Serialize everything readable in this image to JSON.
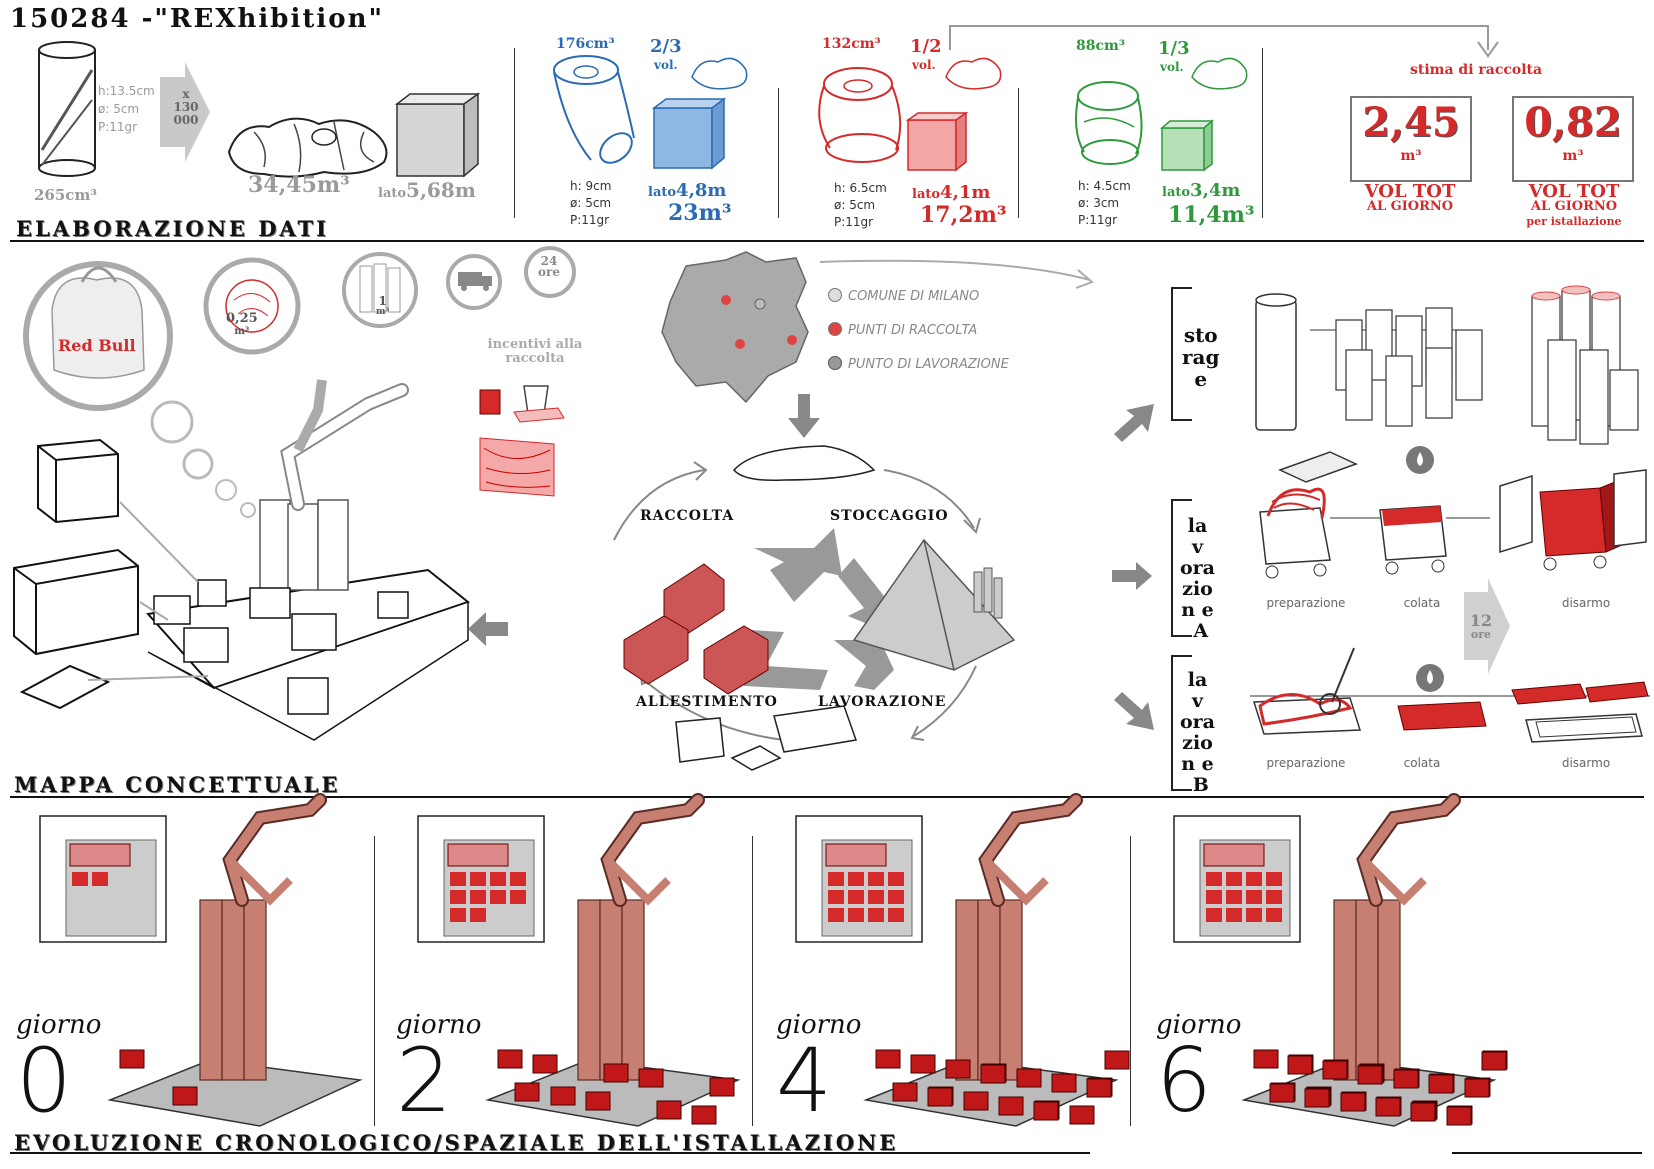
{
  "title": "150284 -\"REXhibition\"",
  "sections": {
    "elaborazione": "ELABORAZIONE DATI",
    "mappa": "MAPPA CONCETTUALE",
    "evoluzione": "EVOLUZIONE CRONOLOGICO/SPAZIALE DELL'ISTALLAZIONE"
  },
  "colors": {
    "blue": "#2a6bb3",
    "red": "#d42a2a",
    "green": "#2e9a3c",
    "grey": "#9a9a9a"
  },
  "can": {
    "h": "h:13.5cm",
    "d": "ø: 5cm",
    "p": "P:11gr",
    "vol": "265cm³",
    "mult_x": "x",
    "mult_n1": "130",
    "mult_n2": "000",
    "total": "34,45m³",
    "lato_label": "lato",
    "lato_val": "5,68m"
  },
  "crush": [
    {
      "vol": "176cm³",
      "frac": "2/3",
      "frac_label": "vol.",
      "h": "h: 9cm",
      "d": "ø: 5cm",
      "p": "P:11gr",
      "lato_label": "lato",
      "lato_val": "4,8m",
      "tot": "23m³",
      "color": "#2a6bb3"
    },
    {
      "vol": "132cm³",
      "frac": "1/2",
      "frac_label": "vol.",
      "h": "h: 6.5cm",
      "d": "ø: 5cm",
      "p": "P:11gr",
      "lato_label": "lato",
      "lato_val": "4,1m",
      "tot": "17,2m³",
      "color": "#d42a2a"
    },
    {
      "vol": "88cm³",
      "frac": "1/3",
      "frac_label": "vol.",
      "h": "h: 4.5cm",
      "d": "ø: 3cm",
      "p": "P:11gr",
      "lato_label": "lato",
      "lato_val": "3,4m",
      "tot": "11,4m³",
      "color": "#2e9a3c"
    }
  ],
  "stima": {
    "title": "stima di raccolta",
    "box1": {
      "val": "2,45",
      "unit": "m³",
      "l1": "VOL TOT",
      "l2": "AL GIORNO",
      "l3": ""
    },
    "box2": {
      "val": "0,82",
      "unit": "m³",
      "l1": "VOL TOT",
      "l2": "AL GIORNO",
      "l3": "per istallazione"
    }
  },
  "mappa": {
    "bubble_val": "0,25",
    "bubble_unit": "m³",
    "bubble2_val": "1",
    "bubble2_unit": "m³",
    "ore_n": "24",
    "ore_l": "ore",
    "incentivi": "incentivi alla raccolta",
    "legend": [
      "COMUNE DI MILANO",
      "PUNTI DI RACCOLTA",
      "PUNTO DI LAVORAZIONE"
    ],
    "cycle": [
      "RACCOLTA",
      "STOCCAGGIO",
      "ALLESTIMENTO",
      "LAVORAZIONE"
    ],
    "storage": "sto\nrag\ne",
    "lavA": "la\nv\nora\nzio\nn e\n A",
    "lavB": "la\nv\nora\nzio\nn e\n B",
    "stepsA": [
      "preparazione",
      "colata",
      "disarmo"
    ],
    "stepsB": [
      "preparazione",
      "colata",
      "disarmo"
    ],
    "ore12_n": "12",
    "ore12_l": "ore"
  },
  "giorni": [
    {
      "label": "giorno",
      "num": "0"
    },
    {
      "label": "giorno",
      "num": "2"
    },
    {
      "label": "giorno",
      "num": "4"
    },
    {
      "label": "giorno",
      "num": "6"
    }
  ]
}
